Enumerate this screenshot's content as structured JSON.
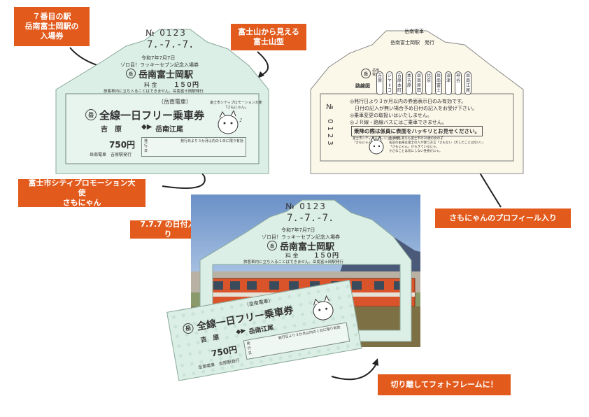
{
  "callouts": {
    "seventh_station": "７番目の駅\n岳南富士岡駅の\n入場券",
    "fuji_shape": "富士山から見える\n富士山型",
    "promo_ambassador": "富士市シティプロモーション大使\nさもにゃん",
    "date_777": "7.7.7 の日付入り",
    "profile": "さもにゃんのプロフィール入り",
    "cut_frame": "切り離してフォトフレームに！"
  },
  "ticket": {
    "number": "№ 0123",
    "date_punch": "7.-7.-7.",
    "era_date": "令和7年7月7日",
    "event_name": "ゾロ目！ラッキーセブン記念入場券",
    "station": "岳南富士岡駅",
    "fare_label": "料 金",
    "fare_value": "１５０円",
    "notice": "旅客車内に立ち入ることはできません。岳南富士岡駅発行",
    "operator": "（岳南電車）",
    "pass_title": "全線一日フリー乗車券",
    "route_from": "吉　原",
    "route_arrow": "◆▶",
    "route_to": "岳南江尾",
    "pass_price": "750円",
    "pass_issuer": "岳南電車　吉原駅発行",
    "valid_note": "発行日より３か月以内の１日に限り有効",
    "issue_label": "発\n行\n日",
    "promo_caption": "富士市シティプロモーション大使\n「さもにゃん」",
    "logo_text": "岳"
  },
  "back": {
    "company": "岳南電車",
    "issued_by": "岳南富士岡駅　発行",
    "route_map_label": "路線図",
    "company_badge": "岳南\n電車",
    "stations": [
      "吉原",
      "ジヤトコ前",
      "吉原本町",
      "本吉原",
      "岳南原田",
      "比奈",
      "岳南富士岡",
      "須津",
      "神谷",
      "岳南江尾"
    ],
    "serial": "№ 0123",
    "rules": [
      "◎発行日より３か月以内の券面表示日のみ有効です。",
      "　日付の記入が無い場合予め日付の記入をお受け下さい。",
      "◎乗車変更の取扱いはいたしません。",
      "◎ＪＲ線・路線バスにはご乗車できません。"
    ],
    "highlight": "乗降の際は係員に表面をハッキリとお見せください。",
    "profile_title": "富士市シティプロモーション大使\n「さもにゃん」",
    "profile_text": "生まれも育ちも富士市の20歳の女の子\n名前の由来は富士の人が使う方言「さもない（大したことはない）」\n「さもにゃん」からきているにゃ。\n小さなことは気にしない性格だにゃ。"
  },
  "photo": {
    "colors": {
      "accent": "#e25a1c",
      "ticket_mint": "#dcefe6",
      "ticket_cream": "#fbf8ea",
      "train": "#d9542a"
    }
  }
}
